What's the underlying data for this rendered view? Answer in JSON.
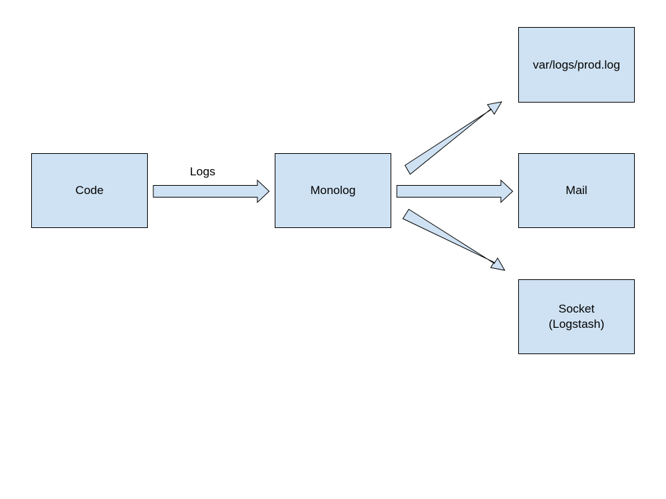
{
  "colors": {
    "node_fill": "#cfe2f3",
    "stroke": "#000000",
    "text": "#000000",
    "background": "#ffffff"
  },
  "nodes": {
    "code": {
      "lines": [
        "Code"
      ]
    },
    "monolog": {
      "lines": [
        "Monolog"
      ]
    },
    "prod_log": {
      "lines": [
        "var/logs/prod.log"
      ]
    },
    "mail": {
      "lines": [
        "Mail"
      ]
    },
    "socket": {
      "lines": [
        "Socket",
        "(Logstash)"
      ]
    }
  },
  "edges": [
    {
      "from": "code",
      "to": "monolog",
      "label": "Logs"
    },
    {
      "from": "monolog",
      "to": "prod_log",
      "label": ""
    },
    {
      "from": "monolog",
      "to": "mail",
      "label": ""
    },
    {
      "from": "monolog",
      "to": "socket",
      "label": ""
    }
  ]
}
